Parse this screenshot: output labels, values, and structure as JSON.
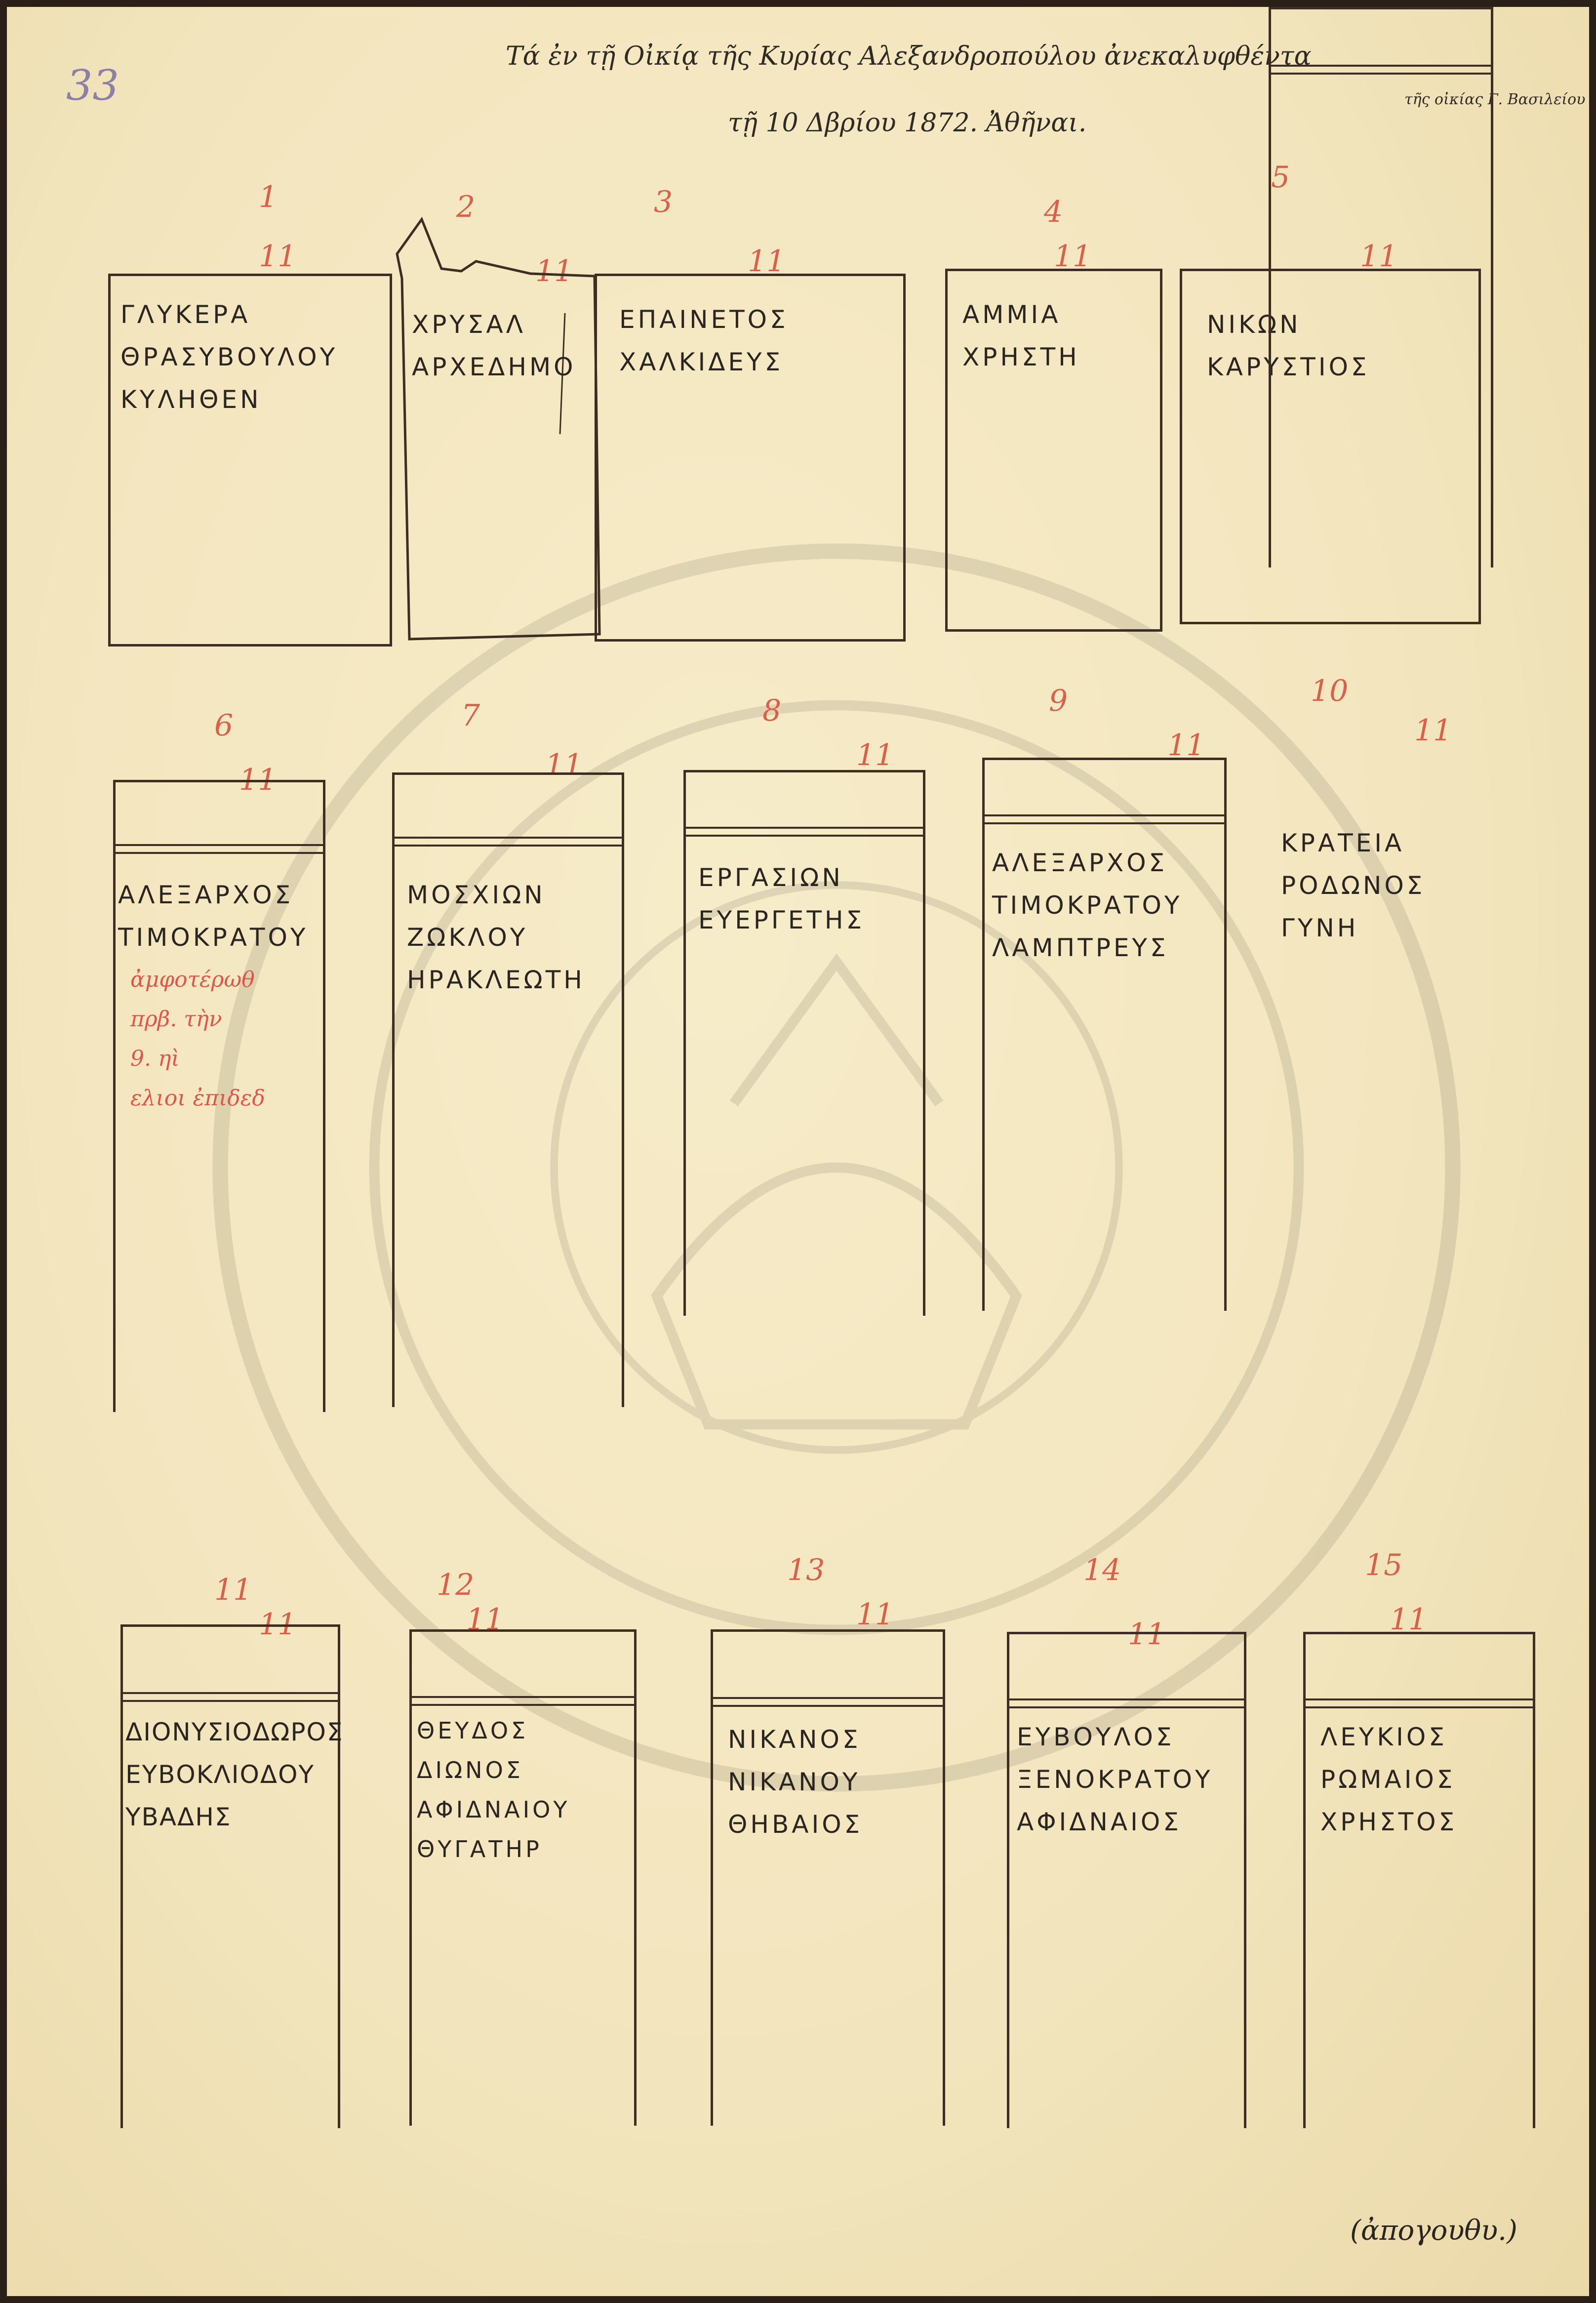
{
  "document": {
    "folio": "33",
    "header_line1": "Τά ἐν τῇ Οἰκίᾳ τῆς Κυρίας Αλεξανδροπούλου ἀνεκαλυφθέντα",
    "header_line2": "τῇ 10 Δβρίου 1872. Ἀθῆναι.",
    "header_note": "τῆς οἰκίας Γ. Βασιλείου",
    "footer": "(ἀπογουθυ.)"
  },
  "stelae": [
    {
      "number": "1",
      "tick": "11",
      "lines": [
        "ΓΛΥΚΕΡΑ",
        "ΘΡΑΣΥΒΟΥΛΟΥ",
        "ΚΥΛΗΘΕΝ"
      ]
    },
    {
      "number": "2",
      "tick": "11",
      "lines": [
        "ΧΡΥΣΑΛ",
        "ΑΡΧΕΔΗΜΟ"
      ]
    },
    {
      "number": "3",
      "tick": "11",
      "lines": [
        "ΕΠΑΙΝΕΤΟΣ",
        "ΧΑΛΚΙΔΕΥΣ"
      ]
    },
    {
      "number": "4",
      "tick": "11",
      "lines": [
        "ΑΜΜΙΑ",
        "ΧΡΗΣΤΗ"
      ]
    },
    {
      "number": "5",
      "tick": "11",
      "lines": [
        "ΝΙΚΩΝ",
        "ΚΑΡΥΣΤΙΟΣ"
      ]
    },
    {
      "number": "6",
      "tick": "11",
      "lines": [
        "ΑΛΕΞΑΡΧΟΣ",
        "ΤΙΜΟΚΡΑΤΟΥ"
      ]
    },
    {
      "number": "7",
      "tick": "11",
      "lines": [
        "ΜΟΣΧΙΩΝ",
        "ΖΩΚΛΟΥ",
        "ΗΡΑΚΛΕΩΤΗ"
      ]
    },
    {
      "number": "8",
      "tick": "11",
      "lines": [
        "ΕΡΓΑΣΙΩΝ",
        "ΕΥΕΡΓΕΤΗΣ"
      ]
    },
    {
      "number": "9",
      "tick": "11",
      "lines": [
        "ΑΛΕΞΑΡΧΟΣ",
        "ΤΙΜΟΚΡΑΤΟΥ",
        "ΛΑΜΠΤΡΕΥΣ"
      ]
    },
    {
      "number": "10",
      "tick": "11",
      "lines": [
        "ΚΡΑΤΕΙΑ",
        "ΡΟΔΩΝΟΣ",
        "ΓΥΝΗ"
      ]
    },
    {
      "number": "11",
      "tick": "11",
      "lines": [
        "ΔΙΟΝΥΣΙΟΔΩΡΟΣ",
        "ΕΥΒΟΚΛΙΟΔΟΥ",
        "ΥΒΑΔΗΣ"
      ]
    },
    {
      "number": "12",
      "tick": "11",
      "lines": [
        "ΘΕΥΔΟΣ",
        "ΔΙΩΝΟΣ",
        "ΑΦΙΔΝΑΙΟΥ",
        "ΘΥΓΑΤΗΡ"
      ]
    },
    {
      "number": "13",
      "tick": "11",
      "lines": [
        "ΝΙΚΑΝΟΣ",
        "ΝΙΚΑΝΟΥ",
        "ΘΗΒΑΙΟΣ"
      ]
    },
    {
      "number": "14",
      "tick": "11",
      "lines": [
        "ΕΥΒΟΥΛΟΣ",
        "ΞΕΝΟΚΡΑΤΟΥ",
        "ΑΦΙΔΝΑΙΟΣ"
      ]
    },
    {
      "number": "15",
      "tick": "11",
      "lines": [
        "ΛΕΥΚΙΟΣ",
        "ΡΩΜΑΙΟΣ",
        "ΧΡΗΣΤΟΣ"
      ]
    }
  ],
  "annotations": {
    "stele6_red_lines": [
      "ἀμφοτέρωθ",
      "πρβ. τὴν",
      "9. ηὶ",
      "ελιοι ἐπιδεδ"
    ]
  },
  "colors": {
    "paper": "#f3e6bf",
    "ink": "#2a2520",
    "red_pencil": "#d9614a",
    "stamp": "#5a5a5a"
  }
}
